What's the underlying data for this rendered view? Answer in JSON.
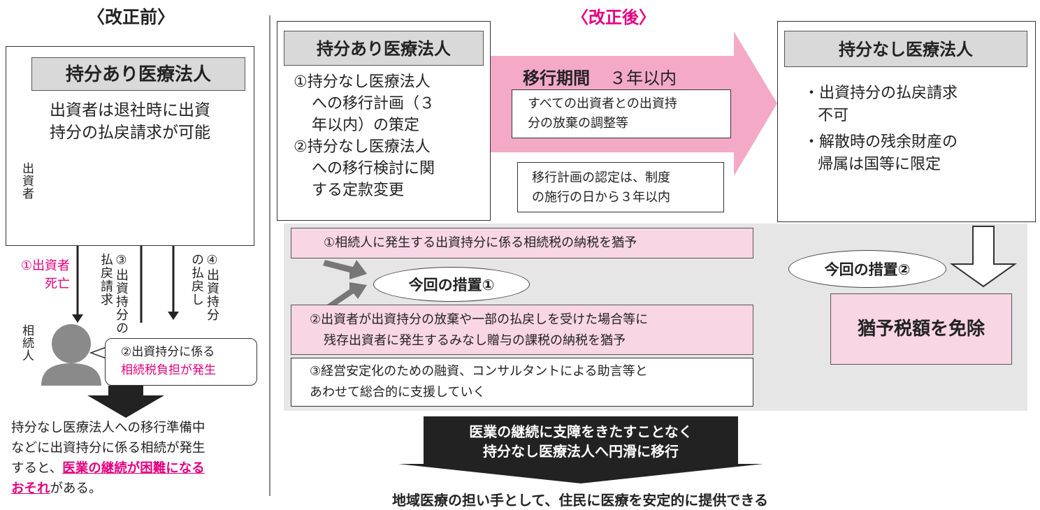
{
  "before": {
    "header": "〈改正前〉",
    "title": "持分あり医療法人",
    "desc_line1": "出資者は退社時に出資",
    "desc_line2": "持分の払戻請求が可能",
    "investors_label": "出資者",
    "step1_line1": "①出資者",
    "step1_line2": "死亡",
    "step3_label": "③出資持分の払戻請求",
    "step4_label": "④出資持分の払戻し",
    "heir_label": "相続人",
    "bubble_line1": "②出資持分に係る",
    "bubble_line2": "相続税負担が発生",
    "footer_line1": "持分なし医療法人への移行準備中",
    "footer_line2": "などに出資持分に係る相続が発生",
    "footer_line3_a": "すると、",
    "footer_line3_b": "医業の継続が困難になる",
    "footer_line4_a": "おそれ",
    "footer_line4_b": "がある。"
  },
  "after": {
    "header": "〈改正後〉",
    "left_title": "持分あり医療法人",
    "left_item1_l1": "①持分なし医療法人",
    "left_item1_l2": "への移行計画（３",
    "left_item1_l3": "年以内）の策定",
    "left_item2_l1": "②持分なし医療法人",
    "left_item2_l2": "への移行検討に関",
    "left_item2_l3": "する定款変更",
    "period_label": "移行期間",
    "period_value": "３年以内",
    "period_note_l1": "すべての出資者との出資持",
    "period_note_l2": "分の放棄の調整等",
    "approval_l1": "移行計画の認定は、制度",
    "approval_l2": "の施行の日から３年以内",
    "right_title": "持分なし医療法人",
    "right_item1_l1": "・出資持分の払戻請求",
    "right_item1_l2": "不可",
    "right_item2_l1": "・解散時の残余財産の",
    "right_item2_l2": "帰属は国等に限定",
    "measure1_row": "①相続人に発生する出資持分に係る相続税の納税を猶予",
    "measure1_label": "今回の措置①",
    "measure2_row_l1": "②出資者が出資持分の放棄や一部の払戻しを受けた場合等に",
    "measure2_row_l2": "残存出資者に発生するみなし贈与の課税の納税を猶予",
    "measure3_row_l1": "③経営安定化のための融資、コンサルタントによる助言等と",
    "measure3_row_l2": "あわせて総合的に支援していく",
    "measure2_label": "今回の措置②",
    "exemption": "猶予税額を免除",
    "result_l1": "医業の継続に支障をきたすことなく",
    "result_l2": "持分なし医療法人へ円滑に移行",
    "conclusion": "地域医療の担い手として、住民に医療を安定的に提供できる"
  },
  "colors": {
    "magenta": "#e4007f",
    "pink_fill": "#f9d6e4",
    "arrow_pink": "#f4a9c7",
    "gray_fill": "#d9d9d9",
    "panel_gray": "#e6e6e6"
  }
}
